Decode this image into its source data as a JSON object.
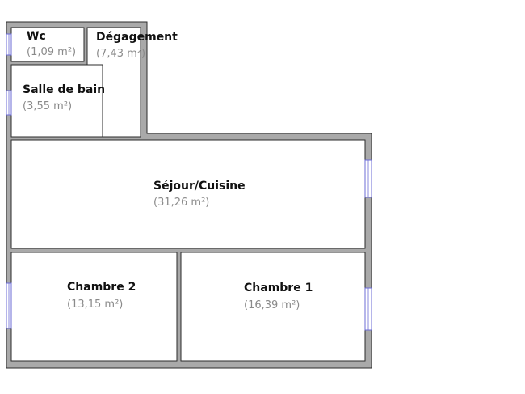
{
  "plan": {
    "colors": {
      "wall": "#a9a9a9",
      "wall_outline": "#2b2b2b",
      "floor": "#ffffff",
      "window": "#6b6bd6",
      "name_text": "#111111",
      "area_text": "#8a8a8a"
    },
    "rooms": [
      {
        "id": "wc",
        "name": "Wc",
        "area": "(1,09 m²)"
      },
      {
        "id": "degagement",
        "name": "Dégagement",
        "area": "(7,43 m²)"
      },
      {
        "id": "salle-de-bain",
        "name": "Salle de bain",
        "area": "(3,55 m²)"
      },
      {
        "id": "sejour-cuisine",
        "name": "Séjour/Cuisine",
        "area": "(31,26 m²)"
      },
      {
        "id": "chambre-2",
        "name": "Chambre 2",
        "area": "(13,15 m²)"
      },
      {
        "id": "chambre-1",
        "name": "Chambre 1",
        "area": "(16,39 m²)"
      }
    ]
  }
}
